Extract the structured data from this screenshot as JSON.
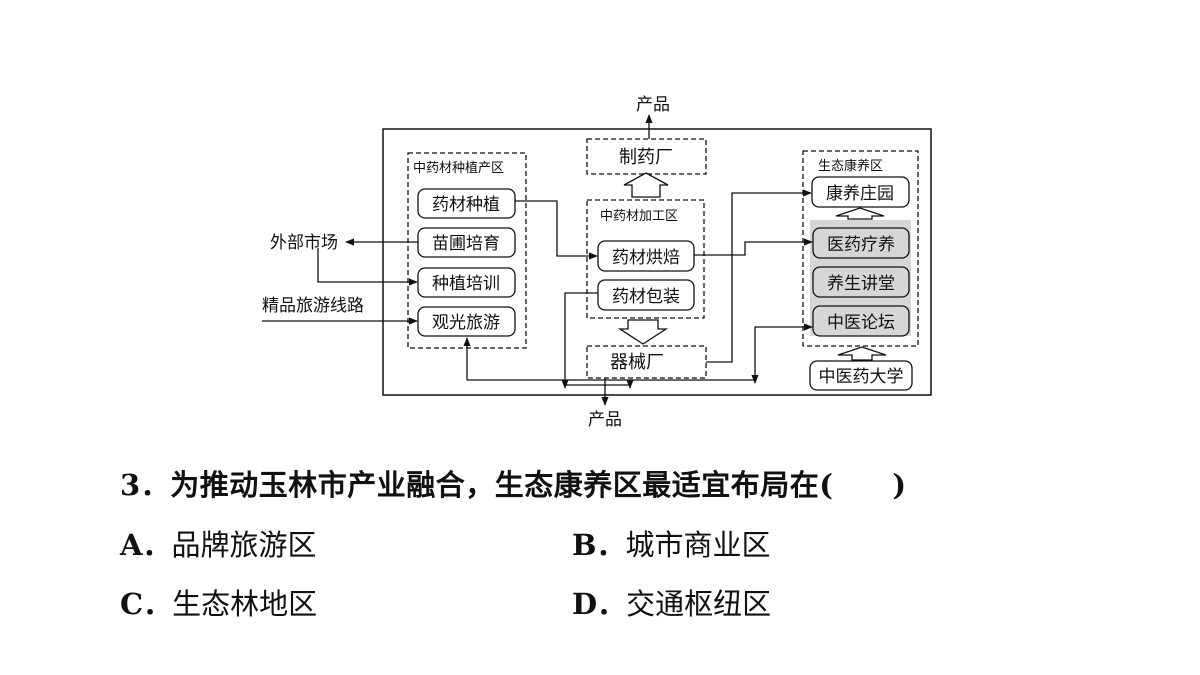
{
  "diagram": {
    "zones": {
      "planting": "中药材种植产区",
      "processing": "中药材加工区",
      "wellness": "生态康养区"
    },
    "nodes": {
      "pharmacy_factory": "制药厂",
      "equipment_factory": "器械厂",
      "herb_planting": "药材种植",
      "seedling": "苗圃培育",
      "planting_training": "种植培训",
      "sightseeing": "观光旅游",
      "herb_drying": "药材烘焙",
      "herb_packaging": "药材包装",
      "wellness_manor": "康养庄园",
      "medical_care": "医药疗养",
      "health_lecture": "养生讲堂",
      "tcm_forum": "中医论坛",
      "tcm_university": "中医药大学"
    },
    "external": {
      "product_top": "产品",
      "product_bottom": "产品",
      "outside_market": "外部市场",
      "tourism_route": "精品旅游线路"
    }
  },
  "question": {
    "number": "3．",
    "text": "为推动玉林市产业融合，生态康养区最适宜布局在(　　)"
  },
  "options": [
    {
      "letter": "A．",
      "text": "品牌旅游区"
    },
    {
      "letter": "B．",
      "text": "城市商业区"
    },
    {
      "letter": "C．",
      "text": "生态林地区"
    },
    {
      "letter": "D．",
      "text": "交通枢纽区"
    }
  ],
  "colors": {
    "highlight_fill": "#d6d6d6",
    "line": "#111111"
  }
}
